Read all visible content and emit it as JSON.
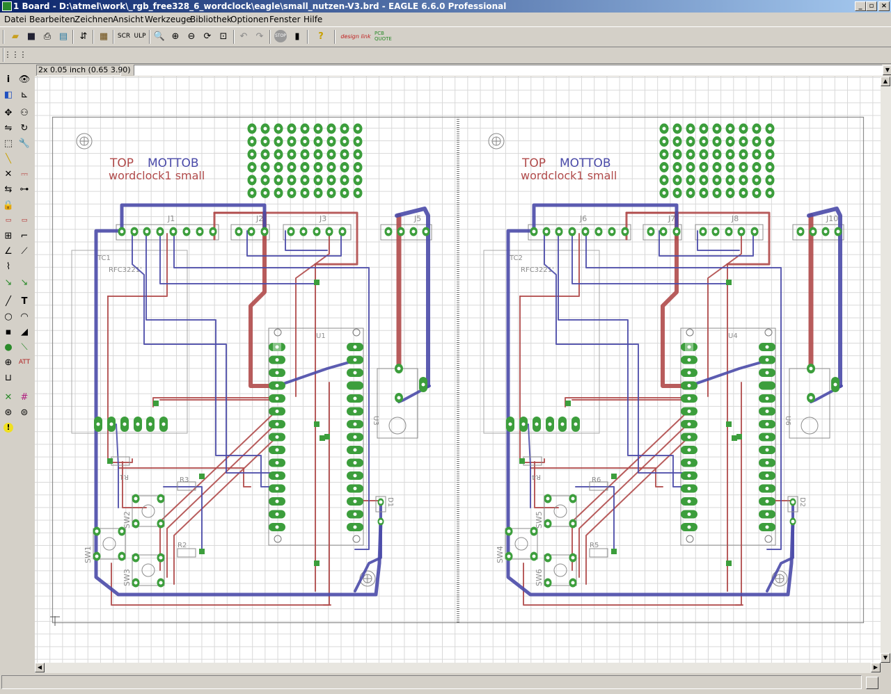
{
  "window": {
    "title": "1 Board - D:\\atmel\\work\\_rgb_free328_6_wordclock\\eagle\\small_nutzen-V3.brd - EAGLE 6.6.0 Professional",
    "min_label": "_",
    "max_label": "▫",
    "close_label": "×"
  },
  "menu": [
    "Datei",
    "Bearbeiten",
    "Zeichnen",
    "Ansicht",
    "Werkzeuge",
    "Bibliothek",
    "Optionen",
    "Fenster",
    "Hilfe"
  ],
  "toolbar": {
    "design_link_label": "design link",
    "pcb_quote_label": "PCB QUOTE",
    "stop_label": "STOP",
    "help_label": "?",
    "undo_label": "↶",
    "redo_label": "↷"
  },
  "status": {
    "coord_readout": "2x 0.05 inch (0.65 3.90)",
    "command_line": ""
  },
  "board": {
    "panels": [
      {
        "title_top": "TOP",
        "title_bottom": "MOTTOB",
        "subtitle": "wordclock1 small",
        "headers": [
          "J1",
          "J2",
          "J3",
          "J5"
        ],
        "ic_name": "TC1",
        "ic_value": "RFC3221'",
        "mcu_label": "U1",
        "resistors": [
          "R1",
          "R3",
          "R2"
        ],
        "switches": [
          "SW1",
          "SW2",
          "SW3"
        ],
        "diode_label": "D1",
        "vreg_label": "U3"
      },
      {
        "title_top": "TOP",
        "title_bottom": "MOTTOB",
        "subtitle": "wordclock1 small",
        "headers": [
          "J6",
          "J7",
          "J8",
          "J10"
        ],
        "ic_name": "TC2",
        "ic_value": "RFC3221'",
        "mcu_label": "U4",
        "resistors": [
          "R4",
          "R6",
          "R5"
        ],
        "switches": [
          "SW4",
          "SW5",
          "SW6"
        ],
        "diode_label": "D2",
        "vreg_label": "U6"
      }
    ],
    "colors": {
      "top_trace": "#4a4aa8",
      "bottom_trace": "#b04a4a",
      "pad": "#3c9e3c",
      "outline": "#8c8c8c"
    }
  },
  "left_tools": [
    "info-icon",
    "eye-icon",
    "layers-icon",
    "mark-icon",
    "move-icon",
    "copy-icon",
    "mirror-icon",
    "rotate-icon",
    "group-icon",
    "change-icon",
    "paste-icon",
    "delete-icon",
    "add-icon",
    "name-icon",
    "value-icon",
    "smash-icon",
    "split-icon",
    "miter-icon",
    "optimize-icon",
    "route-icon",
    "ripup-icon",
    "wire-icon",
    "text-icon",
    "circle-icon",
    "arc-icon",
    "rect-icon",
    "polygon-icon",
    "via-icon",
    "signal-icon",
    "hole-icon",
    "attribute-icon",
    "dimension-icon",
    "ratsnest-icon",
    "autorouter-icon",
    "drc-icon",
    "errors-icon",
    "erc-icon"
  ]
}
